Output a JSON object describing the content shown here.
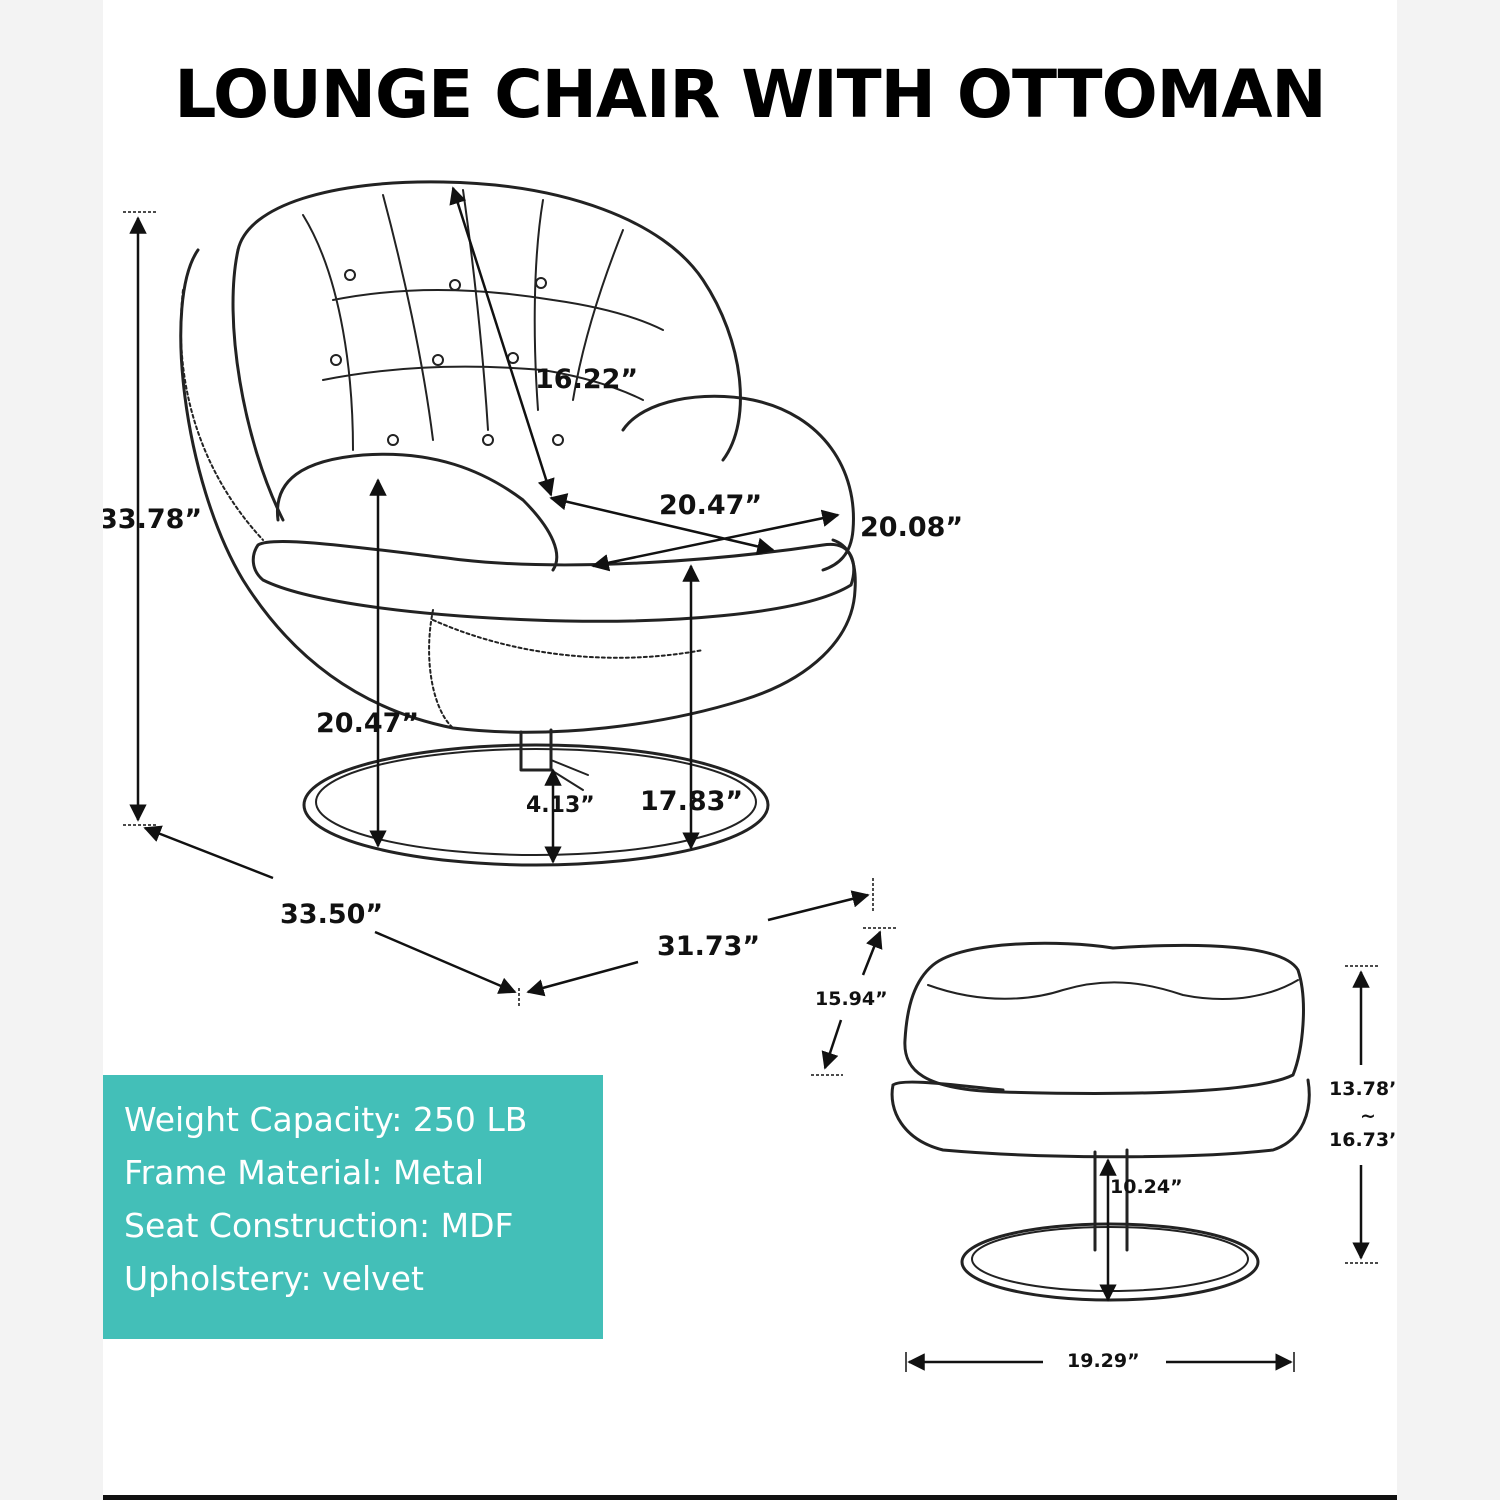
{
  "title": "LOUNGE CHAIR WITH OTTOMAN",
  "dimensions": {
    "chair_total_height": "33.78”",
    "back_height": "16.22”",
    "seat_width": "20.47”",
    "seat_depth": "20.08”",
    "arm_height": "20.47”",
    "seat_height": "17.83”",
    "base_height": "4.13”",
    "chair_width": "33.50”",
    "chair_depth": "31.73”",
    "ottoman_depth": "15.94”",
    "ottoman_height_min": "13.78’",
    "ottoman_height_sep": "~",
    "ottoman_height_max": "16.73’",
    "ottoman_stem": "10.24”",
    "ottoman_width": "19.29”"
  },
  "specs": [
    "Weight Capacity: 250 LB",
    "Frame Material: Metal",
    "Seat Construction: MDF",
    "Upholstery: velvet"
  ],
  "colors": {
    "spec_box": "#43bfb8",
    "line_art": "#222222",
    "background": "#ffffff"
  }
}
